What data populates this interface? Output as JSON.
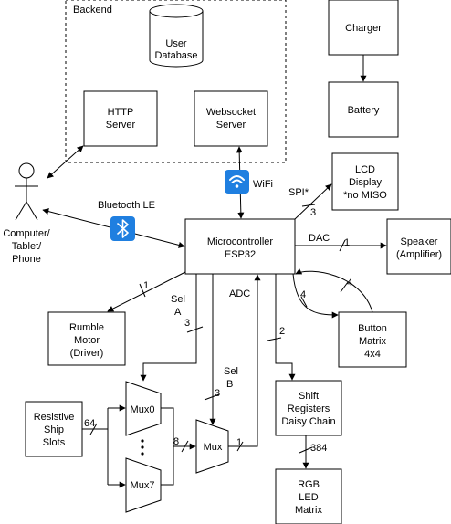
{
  "backend": {
    "title": "Backend"
  },
  "nodes": {
    "user_database": {
      "line1": "User",
      "line2": "Database"
    },
    "http_server": {
      "line1": "HTTP",
      "line2": "Server"
    },
    "websocket_server": {
      "line1": "Websocket",
      "line2": "Server"
    },
    "charger": {
      "label": "Charger"
    },
    "battery": {
      "label": "Battery"
    },
    "lcd_display": {
      "line1": "LCD",
      "line2": "Display",
      "line3": "*no MISO"
    },
    "computer": {
      "line1": "Computer/",
      "line2": "Tablet/",
      "line3": "Phone"
    },
    "microcontroller": {
      "line1": "Microcontroller",
      "line2": "ESP32"
    },
    "speaker": {
      "line1": "Speaker",
      "line2": "(Amplifier)"
    },
    "rumble_motor": {
      "line1": "Rumble",
      "line2": "Motor",
      "line3": "(Driver)"
    },
    "button_matrix": {
      "line1": "Button",
      "line2": "Matrix",
      "line3": "4x4"
    },
    "resistive_ship_slots": {
      "line1": "Resistive",
      "line2": "Ship",
      "line3": "Slots"
    },
    "mux0": {
      "label": "Mux0"
    },
    "mux7": {
      "label": "Mux7"
    },
    "mux": {
      "label": "Mux"
    },
    "shift_registers": {
      "line1": "Shift",
      "line2": "Registers",
      "line3": "Daisy Chain"
    },
    "rgb_led_matrix": {
      "line1": "RGB",
      "line2": "LED",
      "line3": "Matrix"
    }
  },
  "edge_labels": {
    "wifi": "WiFi",
    "bluetooth": "Bluetooth LE",
    "spi": "SPI*",
    "spi_width": "3",
    "dac": "DAC",
    "dac_width": "1",
    "rumble_width": "1",
    "button_out_width": "4",
    "button_in_width": "4",
    "sel_a_line1": "Sel",
    "sel_a_line2": "A",
    "sel_a_width": "3",
    "sel_b_line1": "Sel",
    "sel_b_line2": "B",
    "sel_b_width": "3",
    "adc": "ADC",
    "shift_width": "2",
    "slots_width": "64",
    "mux_in_width": "8",
    "mux_out_width": "1",
    "led_width": "384"
  },
  "icons": {
    "wifi": "wifi-icon",
    "bluetooth": "bluetooth-icon",
    "person": "person-icon"
  },
  "colors": {
    "icon_badge": "#1f7fe0",
    "icon_glyph": "#ffffff",
    "stroke": "#000000"
  }
}
